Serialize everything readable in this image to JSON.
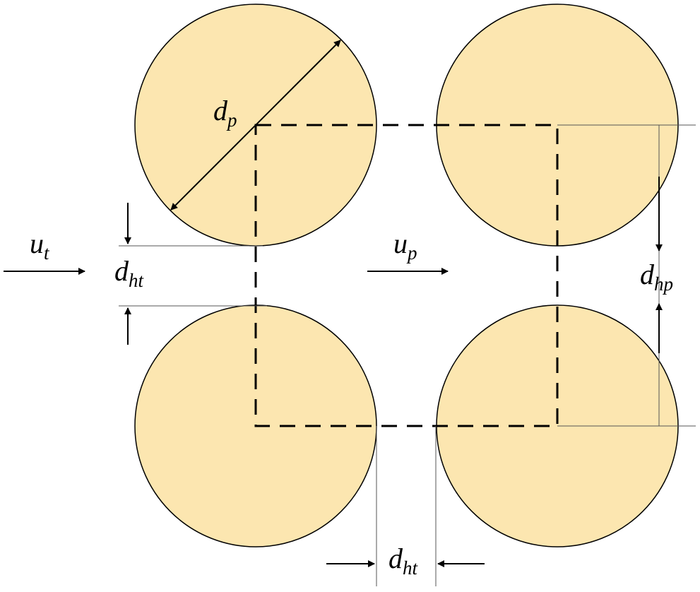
{
  "colors": {
    "particle_fill": "#fce6b0",
    "outline": "#000000",
    "dashed_cell": "#000000",
    "guide_line": "#555555",
    "background": "#ffffff"
  },
  "labels": {
    "particle_diameter": {
      "main": "d",
      "sub": "p"
    },
    "throat_velocity": {
      "main": "u",
      "sub": "t"
    },
    "pore_velocity": {
      "main": "u",
      "sub": "p"
    },
    "throat_gap_left": {
      "main": "d",
      "sub": "ht"
    },
    "throat_gap_bottom": {
      "main": "d",
      "sub": "ht"
    },
    "pore_gap_right": {
      "main": "d",
      "sub": "hp"
    }
  }
}
